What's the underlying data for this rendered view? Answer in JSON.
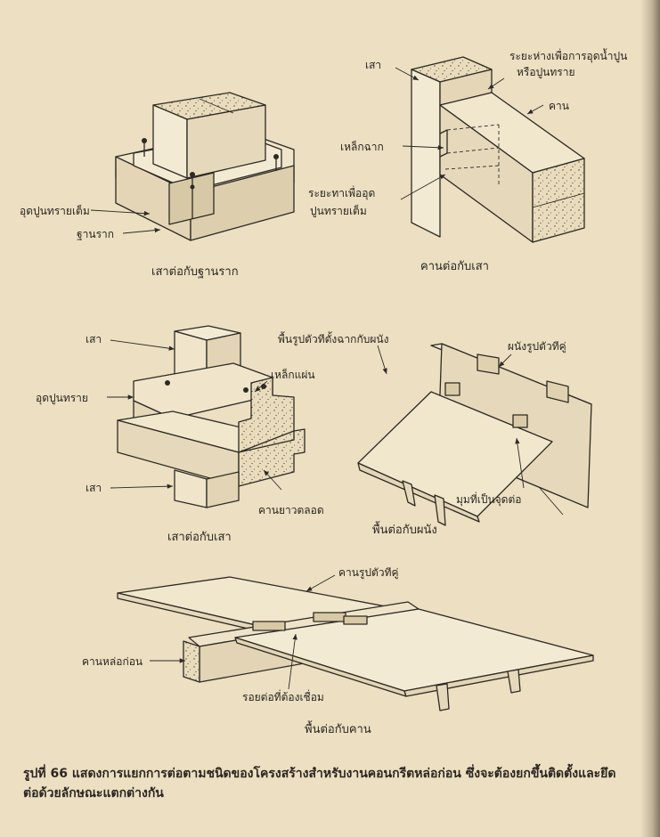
{
  "figure": {
    "joints": [
      {
        "caption": "เสาต่อกับฐานราก",
        "labels": {
          "grout": "อุดปูนทรายเต็ม",
          "footing": "ฐานราก"
        }
      },
      {
        "caption": "คานต่อกับเสา",
        "labels": {
          "column": "เสา",
          "gap_line1": "ระยะห่างเพื่อการอุดน้ำปูน",
          "gap_line2": "หรือปูนทราย",
          "beam": "คาน",
          "steel_angle": "เหล็กฉาก",
          "fill_line1": "ระยะทาเพื่ออุด",
          "fill_line2": "ปูนทรายเต็ม"
        }
      },
      {
        "caption": "เสาต่อกับเสา",
        "labels": {
          "column_top": "เสา",
          "steel_plate": "เหล็กแผ่น",
          "grout": "อุดปูนทราย",
          "column_bottom": "เสา",
          "continuous_beam": "คานยาวตลอด"
        }
      },
      {
        "caption": "พื้นต่อกับผนัง",
        "labels": {
          "slab": "พื้นรูปตัวทีตั้งฉากกับผนัง",
          "wall": "ผนังรูปตัวทีคู่",
          "joint_corner": "มุมที่เป็นจุดต่อ"
        }
      },
      {
        "caption": "พื้นต่อกับคาน",
        "labels": {
          "tt_beam": "คานรูปตัวทีคู่",
          "precast_beam": "คานหล่อก่อน",
          "weld_joint": "รอยต่อที่ต้องเชื่อม"
        }
      }
    ],
    "caption_prefix": "รูปที่ 66",
    "caption_line1": "แสดงการแยกการต่อตามชนิดของโครงสร้างสำหรับงานคอนกรีตหล่อก่อน ซึ่งจะต้องยกขึ้นติดตั้งและยึด",
    "caption_line2": "ต่อด้วยลักษณะแตกต่างกัน"
  },
  "colors": {
    "paper": "#ecdfc2",
    "ink": "#2d2a24",
    "concrete_top": "#f3ead3",
    "concrete_side": "#e2d4b4"
  }
}
